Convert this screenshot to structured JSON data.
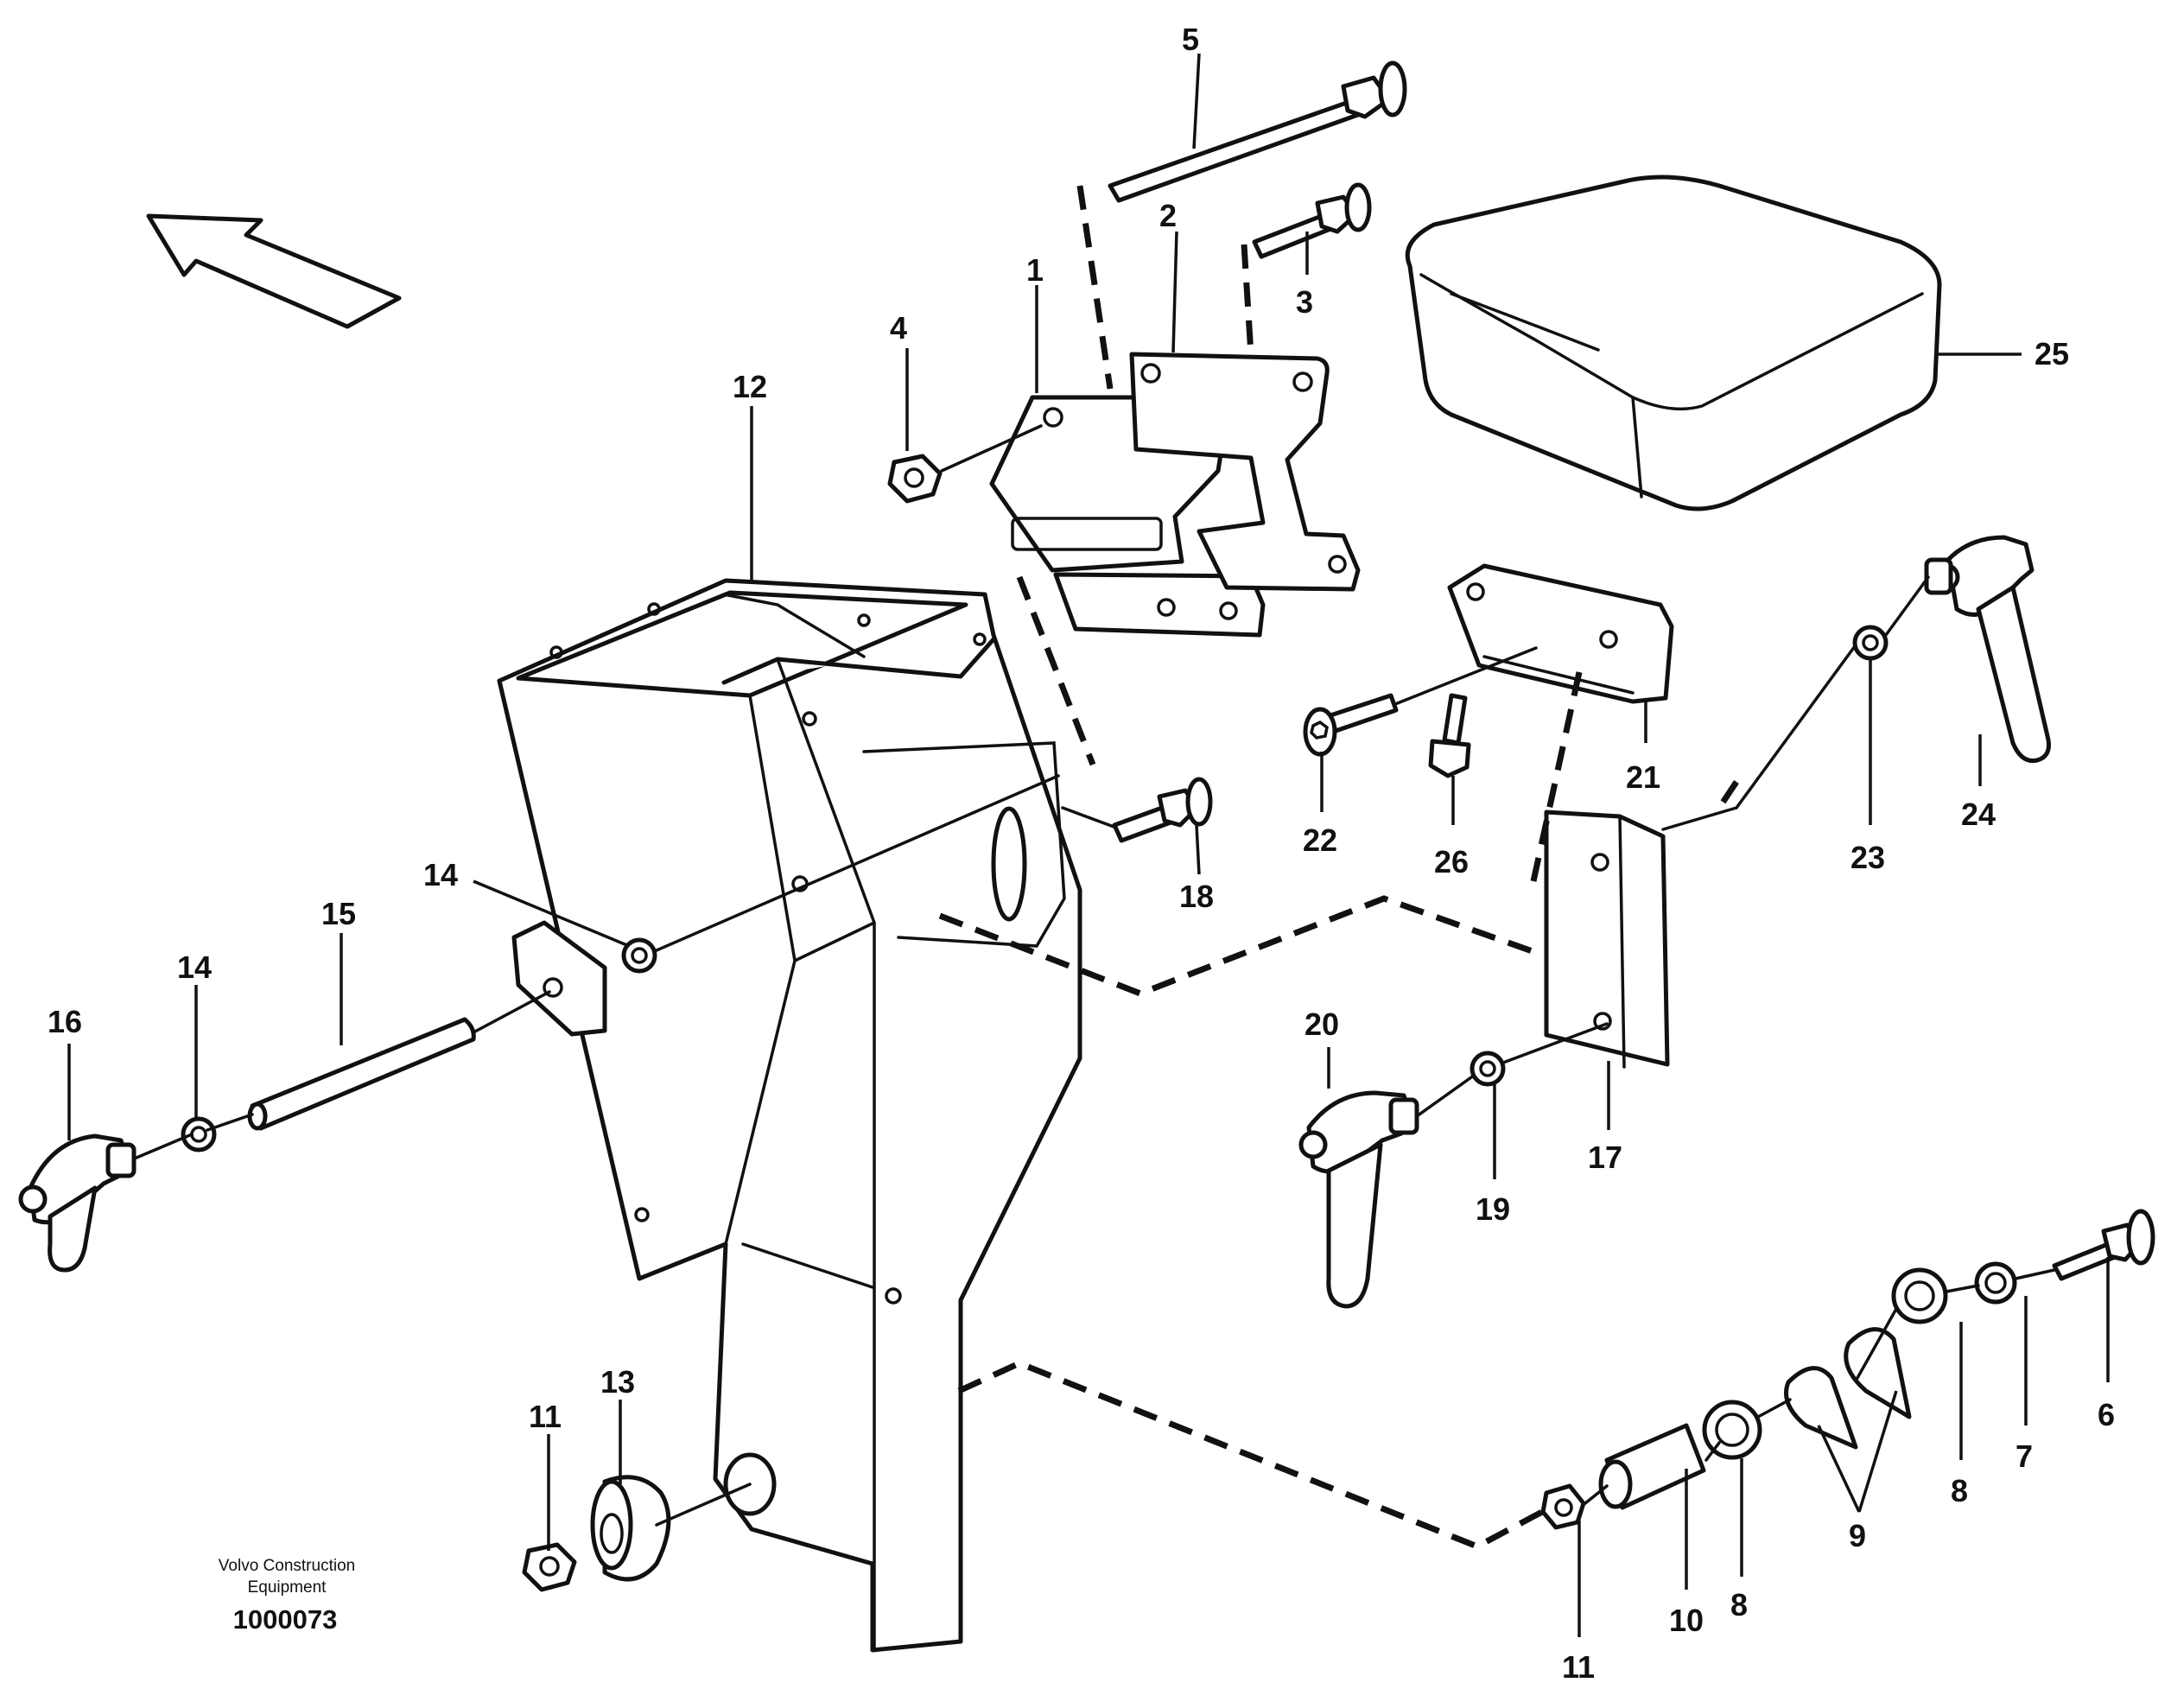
{
  "callouts": {
    "c1": "1",
    "c2": "2",
    "c3": "3",
    "c4": "4",
    "c5": "5",
    "c6": "6",
    "c7": "7",
    "c8a": "8",
    "c8b": "8",
    "c9": "9",
    "c10": "10",
    "c11a": "11",
    "c11b": "11",
    "c12": "12",
    "c13": "13",
    "c14a": "14",
    "c14b": "14",
    "c15": "15",
    "c16": "16",
    "c17": "17",
    "c18": "18",
    "c19": "19",
    "c20": "20",
    "c21": "21",
    "c22": "22",
    "c23": "23",
    "c24": "24",
    "c25": "25",
    "c26": "26"
  },
  "credit": {
    "line1": "Volvo Construction",
    "line2": "Equipment",
    "doc_number": "1000073"
  },
  "icons": {
    "direction_arrow": "forward-direction-arrow-icon"
  }
}
